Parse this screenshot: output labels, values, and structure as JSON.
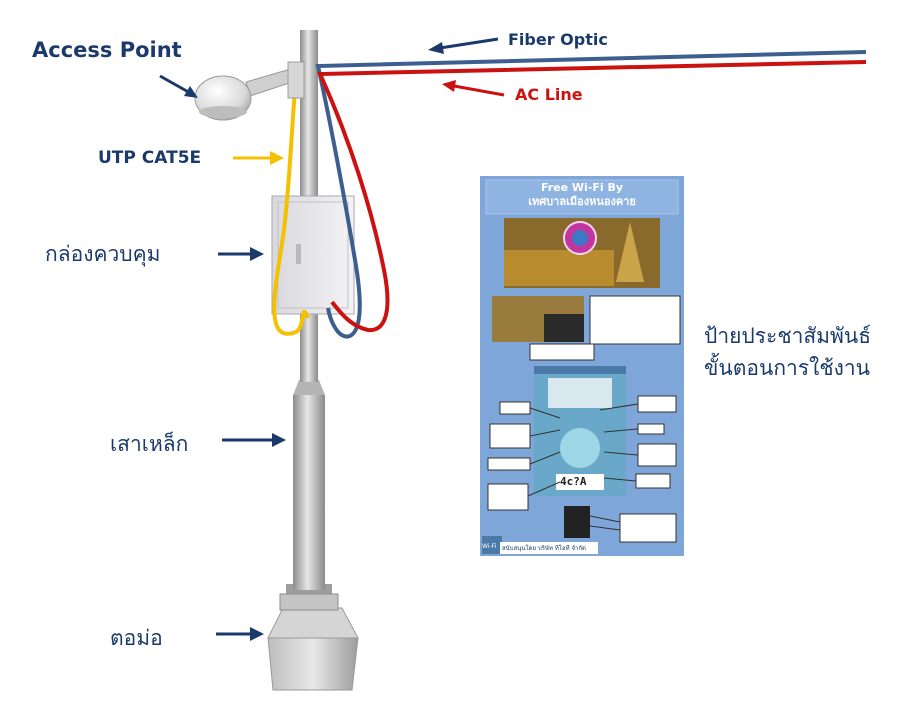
{
  "labels": {
    "access_point": "Access Point",
    "fiber_optic": "Fiber Optic",
    "ac_line": "AC Line",
    "utp": "UTP CAT5E",
    "control_box": "กล่องควบคุม",
    "steel_pole": "เสาเหล็ก",
    "base": "ตอม่อ",
    "sign_line1": "ป้ายประชาสัมพันธ์",
    "sign_line2": "ขั้นตอนการใช้งาน"
  },
  "signboard": {
    "title_line1": "Free Wi-Fi By",
    "title_line2": "เทศบาลเมืองหนองคาย",
    "captcha": "4c?A",
    "wifi_logo": "Wi-Fi",
    "footer": "สนับสนุนโดย บริษัท ทีโอที จำกัด"
  },
  "colors": {
    "label_text": "#1b3a6b",
    "fiber": "#3c5f8f",
    "ac": "#cc1111",
    "utp": "#f5c000",
    "board_bg": "#7ea6d8"
  }
}
